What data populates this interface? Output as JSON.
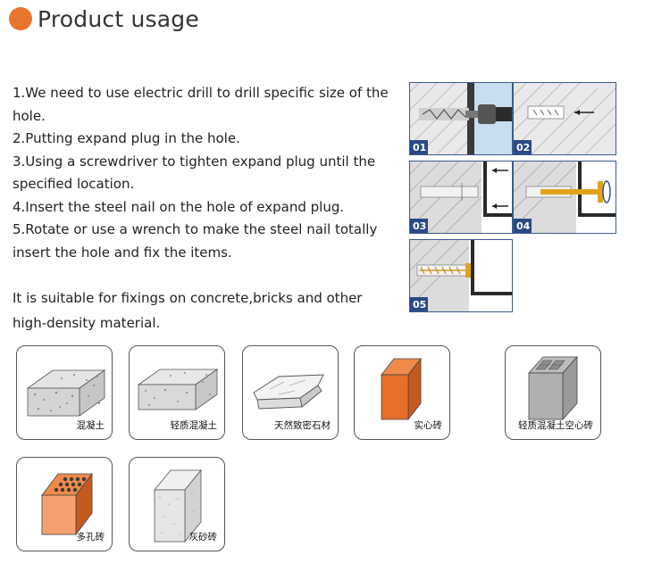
{
  "header": {
    "title": "Product usage",
    "accent_color": "#e8752c"
  },
  "steps": [
    "1.We need to use electric drill to drill specific size of the hole.",
    "2.Putting expand plug in the hole.",
    "3.Using a screwdriver to tighten expand plug until the specified location.",
    "4.Insert the steel nail on the hole of expand plug.",
    "5.Rotate or use a wrench to make the steel nail totally insert the hole and fix the items."
  ],
  "suitability": "It is suitable for fixings on concrete,bricks and other high-density material.",
  "diagram": {
    "panels": [
      "01",
      "02",
      "03",
      "04",
      "05"
    ],
    "badge_color": "#2a4a86"
  },
  "materials": [
    {
      "label": "混凝土",
      "icon": "concrete-block-icon"
    },
    {
      "label": "轻质混凝土",
      "icon": "light-concrete-block-icon"
    },
    {
      "label": "天然致密石材",
      "icon": "natural-stone-icon"
    },
    {
      "label": "实心砖",
      "icon": "solid-brick-icon"
    },
    {
      "label": "轻质混凝土空心砖",
      "icon": "hollow-block-icon"
    },
    {
      "label": "多孔砖",
      "icon": "perforated-brick-icon"
    },
    {
      "label": "灰砂砖",
      "icon": "sand-lime-brick-icon"
    }
  ]
}
